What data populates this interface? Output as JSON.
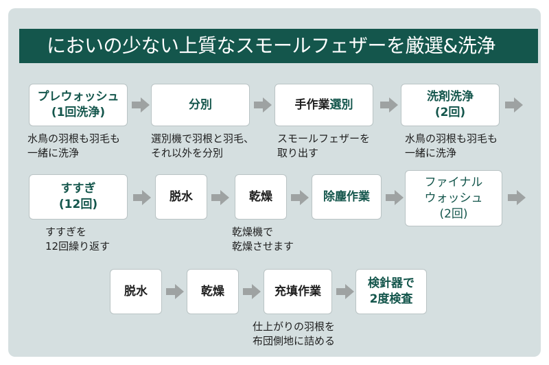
{
  "title": "においの少ない上質なスモールフェザーを厳選&洗浄",
  "colors": {
    "accent": "#14564c",
    "panel": "#d5dfe0",
    "arrow": "#9ea2a2",
    "text": "#1e1e1e"
  },
  "steps": {
    "prewash": {
      "l1": "プレウォッシュ",
      "l2": "(1回洗浄)"
    },
    "sort": {
      "l1": "分別"
    },
    "handsort": {
      "a": "手作業",
      "b": "選別"
    },
    "detergent": {
      "l1": "洗剤洗浄",
      "l2": "(2回)"
    },
    "rinse": {
      "l1": "すすぎ",
      "l2": "(12回)"
    },
    "dewater1": {
      "l1": "脱水"
    },
    "dry1": {
      "l1": "乾燥"
    },
    "dedust": {
      "l1": "除塵作業"
    },
    "finalwash": {
      "l1": "ファイナル",
      "l2": "ウォッシュ",
      "l3": "(2回)"
    },
    "dewater2": {
      "l1": "脱水"
    },
    "dry2": {
      "l1": "乾燥"
    },
    "fill": {
      "l1": "充填作業"
    },
    "inspect": {
      "l1": "検針器で",
      "l2": "2度検査"
    }
  },
  "notes": {
    "prewash": {
      "l1": "水鳥の羽根も羽毛も",
      "l2": "一緒に洗浄"
    },
    "sort": {
      "l1": "選別機で羽根と羽毛、",
      "l2": "それ以外を分別"
    },
    "handsort": {
      "l1": "スモールフェザーを",
      "l2": "取り出す"
    },
    "detergent": {
      "l1": "水鳥の羽根も羽毛も",
      "l2": "一緒に洗浄"
    },
    "rinse": {
      "l1": "すすぎを",
      "l2": "12回繰り返す"
    },
    "dry": {
      "l1": "乾燥機で",
      "l2": "乾燥させます"
    },
    "fill": {
      "l1": "仕上がりの羽根を",
      "l2": "布団側地に詰める"
    }
  }
}
